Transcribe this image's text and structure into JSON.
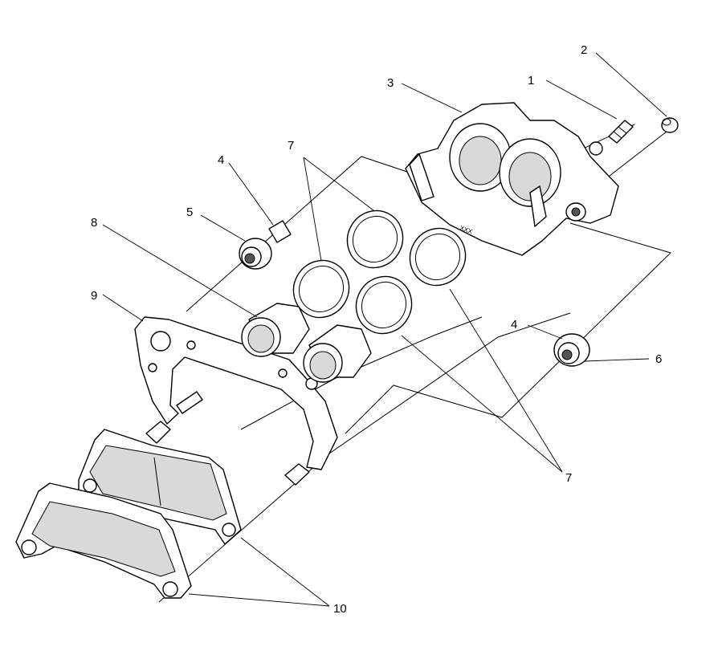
{
  "diagram": {
    "type": "exploded-parts-view",
    "callouts": [
      {
        "id": "c1",
        "text": "1"
      },
      {
        "id": "c2",
        "text": "2"
      },
      {
        "id": "c3",
        "text": "3"
      },
      {
        "id": "c4a",
        "text": "4"
      },
      {
        "id": "c4b",
        "text": "4"
      },
      {
        "id": "c5",
        "text": "5"
      },
      {
        "id": "c6",
        "text": "6"
      },
      {
        "id": "c7a",
        "text": "7"
      },
      {
        "id": "c7b",
        "text": "7"
      },
      {
        "id": "c8",
        "text": "8"
      },
      {
        "id": "c9",
        "text": "9"
      },
      {
        "id": "c10",
        "text": "10"
      }
    ],
    "caliper_stamp": "XXX"
  }
}
